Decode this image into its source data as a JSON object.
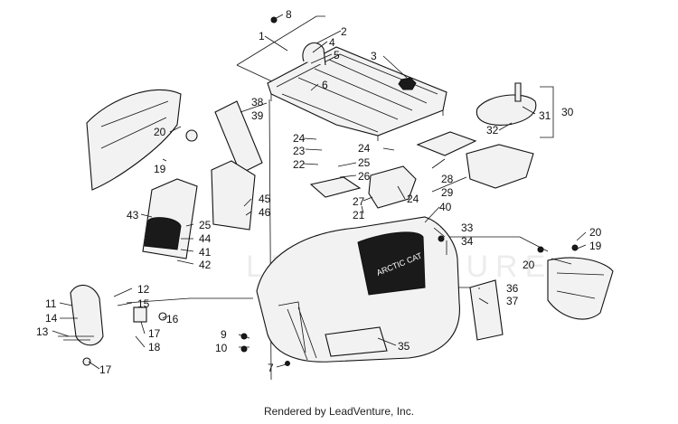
{
  "footer": {
    "credit": "Rendered by LeadVenture, Inc."
  },
  "watermark": {
    "text": "LEADVENTURE"
  },
  "decal_text": "ARCTIC CAT",
  "callouts": [
    {
      "id": "c8",
      "text": "8"
    },
    {
      "id": "c1",
      "text": "1"
    },
    {
      "id": "c2",
      "text": "2"
    },
    {
      "id": "c4",
      "text": "4"
    },
    {
      "id": "c5",
      "text": "5"
    },
    {
      "id": "c3",
      "text": "3"
    },
    {
      "id": "c6",
      "text": "6"
    },
    {
      "id": "c38",
      "text": "38"
    },
    {
      "id": "c39",
      "text": "39"
    },
    {
      "id": "c30",
      "text": "30"
    },
    {
      "id": "c31",
      "text": "31"
    },
    {
      "id": "c32",
      "text": "32"
    },
    {
      "id": "c20a",
      "text": "20"
    },
    {
      "id": "c19a",
      "text": "19"
    },
    {
      "id": "c24a",
      "text": "24"
    },
    {
      "id": "c23",
      "text": "23"
    },
    {
      "id": "c22",
      "text": "22"
    },
    {
      "id": "c25a",
      "text": "25"
    },
    {
      "id": "c26",
      "text": "26"
    },
    {
      "id": "c24b",
      "text": "24"
    },
    {
      "id": "c24c",
      "text": "24"
    },
    {
      "id": "c27",
      "text": "27"
    },
    {
      "id": "c21",
      "text": "21"
    },
    {
      "id": "c28",
      "text": "28"
    },
    {
      "id": "c29",
      "text": "29"
    },
    {
      "id": "c45",
      "text": "45"
    },
    {
      "id": "c46",
      "text": "46"
    },
    {
      "id": "c43",
      "text": "43"
    },
    {
      "id": "c25b",
      "text": "25"
    },
    {
      "id": "c44",
      "text": "44"
    },
    {
      "id": "c41",
      "text": "41"
    },
    {
      "id": "c42",
      "text": "42"
    },
    {
      "id": "c40",
      "text": "40"
    },
    {
      "id": "c33",
      "text": "33"
    },
    {
      "id": "c34",
      "text": "34"
    },
    {
      "id": "c20b",
      "text": "20"
    },
    {
      "id": "c19b",
      "text": "19"
    },
    {
      "id": "c20c",
      "text": "20"
    },
    {
      "id": "c11",
      "text": "11"
    },
    {
      "id": "c12",
      "text": "12"
    },
    {
      "id": "c14",
      "text": "14"
    },
    {
      "id": "c15",
      "text": "15"
    },
    {
      "id": "c16",
      "text": "16"
    },
    {
      "id": "c13",
      "text": "13"
    },
    {
      "id": "c17a",
      "text": "17"
    },
    {
      "id": "c18",
      "text": "18"
    },
    {
      "id": "c17b",
      "text": "17"
    },
    {
      "id": "c36",
      "text": "36"
    },
    {
      "id": "c37",
      "text": "37"
    },
    {
      "id": "c9",
      "text": "9"
    },
    {
      "id": "c10",
      "text": "10"
    },
    {
      "id": "c35",
      "text": "35"
    },
    {
      "id": "c7",
      "text": "7"
    }
  ]
}
